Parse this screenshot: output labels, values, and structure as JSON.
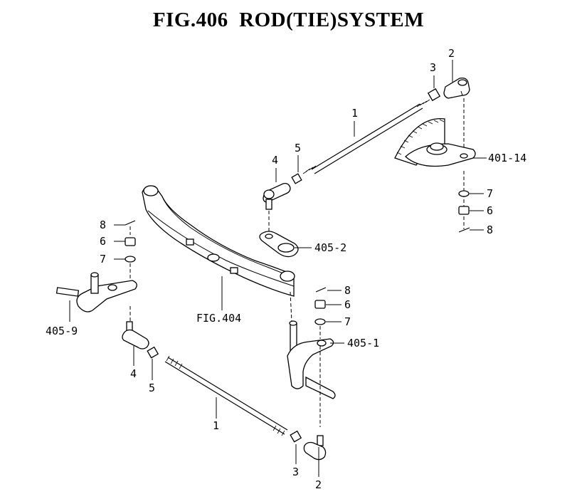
{
  "title": "FIG.406  ROD(TIE)SYSTEM",
  "callouts": {
    "rod_top": "1",
    "rod_bottom": "1",
    "tierod_end_top": "2",
    "tierod_end_bottom": "2",
    "nut_top": "3",
    "nut_bottom": "3",
    "ball_end_top": "4",
    "ball_end_left": "4",
    "locknut_top": "5",
    "locknut_left": "5",
    "castle_nut_right": "6",
    "castle_nut_left": "6",
    "castle_nut_mid": "6",
    "washer_right": "7",
    "washer_left": "7",
    "washer_mid": "7",
    "pin_right": "8",
    "pin_left": "8",
    "pin_mid": "8",
    "sector_arm": "401-14",
    "knuckle_arm": "405-2",
    "knuckle_right": "405-1",
    "knuckle_left": "405-9",
    "axle_ref": "FIG.404"
  }
}
